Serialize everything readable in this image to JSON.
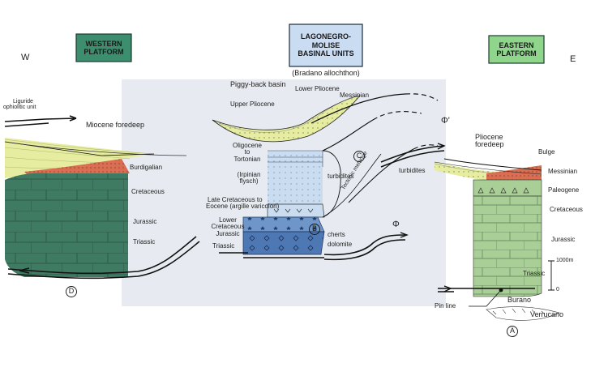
{
  "colors": {
    "platform_green": "#3f7a62",
    "platform_light": "#a9cf97",
    "box_dark": "#3d8e6e",
    "box_light": "#8fd58c",
    "box_blue": "#c9dcf2",
    "foredeep_yellow": "#e6eda1",
    "red": "#d96e52",
    "basin_blue": "#c9dcf0",
    "deep_blue": "#4d78b4",
    "mid_blue": "#6f96c9",
    "panel_grey": "#e7ebf1"
  },
  "boxes": {
    "west": [
      "WESTERN",
      "PLATFORM"
    ],
    "central": [
      "LAGONEGRO-",
      "MOLISE",
      "BASINAL UNITS"
    ],
    "central_sub": "(Bradano allochthon)",
    "east": [
      "EASTERN",
      "PLATFORM"
    ]
  },
  "directions": {
    "w": "W",
    "e": "E"
  },
  "west_labels": {
    "liguride": [
      "Liguride",
      "ophiolitic unit"
    ],
    "miocene_foredeep": "Miocene foredeep",
    "burdigalian": "Burdigalian",
    "cretaceous": "Cretaceous",
    "jurassic": "Jurassic",
    "triassic": "Triassic",
    "marker": "D"
  },
  "central_labels": {
    "piggyback": "Piggy-back basin",
    "lower_pliocene": "Lower Pliocene",
    "upper_pliocene": "Upper Pliocene",
    "messinian": "Messinian",
    "oligocene": [
      "Oligocene",
      "to",
      "Tortonian"
    ],
    "irpinian": [
      "(Irpinian",
      "flysch)"
    ],
    "late_cretaceous": [
      "Late Cretaceous to",
      "Eocene (argille varicolori)"
    ],
    "lower_cretaceous": [
      "Lower",
      "Cretaceous",
      "Jurassic"
    ],
    "triassic": "Triassic",
    "turbidites_1": "turbidites",
    "turbidites_2": "turbidites",
    "tectonic_melange": "Tectonic melange",
    "cherts": "cherts",
    "dolomite": "dolomite",
    "marker_b": "B",
    "marker_c": "C",
    "phi": "Φ",
    "phi_prime": "Φ'"
  },
  "east_labels": {
    "pliocene_foredeep": [
      "Pliocene",
      "foredeep"
    ],
    "bulge": "Bulge",
    "messinian": "Messinian",
    "paleogene": "Paleogene",
    "cretaceous": "Cretaceous",
    "jurassic": "Jurassic",
    "triassic": "Triassic",
    "scale_top": "1000m",
    "scale_bottom": "0",
    "burano": "Burano",
    "verrucano": "Verrucano",
    "pin_line": "Pin line",
    "marker": "A"
  }
}
